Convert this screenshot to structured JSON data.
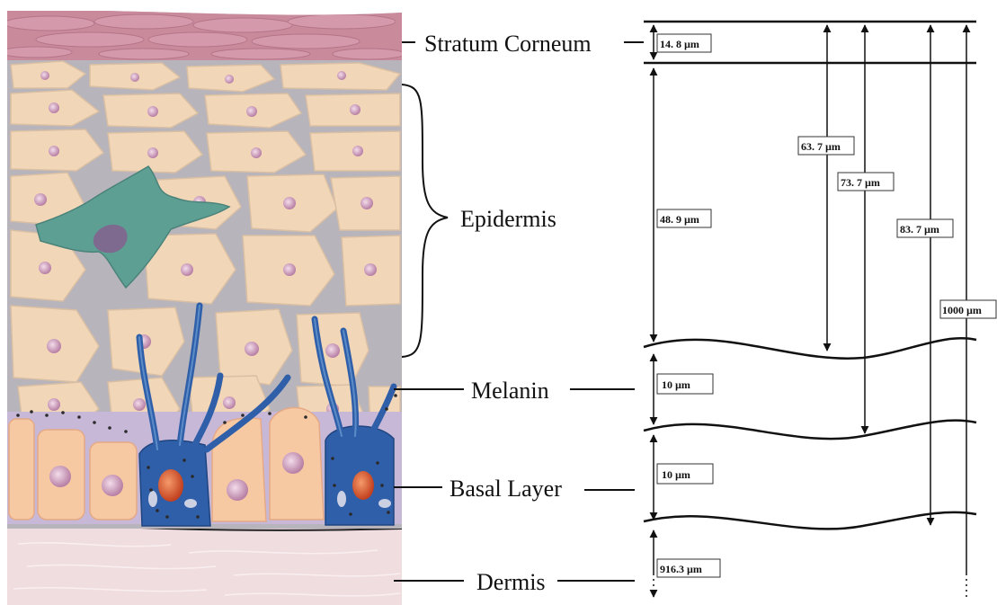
{
  "labels": {
    "stratum_corneum": "Stratum Corneum",
    "epidermis": "Epidermis",
    "melanin": "Melanin",
    "basal_layer": "Basal Layer",
    "dermis": "Dermis"
  },
  "measurements": {
    "stratum_corneum": "14. 8 µm",
    "epidermis": "48. 9 µm",
    "melanin_layer": "10 µm",
    "basal_layer": "10 µm",
    "dermis": "916.3 µm",
    "to_epidermis": "63. 7 µm",
    "to_melanin": "73. 7 µm",
    "to_basal": "83. 7 µm",
    "total": "1000 µm"
  },
  "colors": {
    "stratum_corneum": "#c98a9c",
    "keratinocyte": "#f2d6b8",
    "intercellular": "#b8b4bc",
    "nucleus": "#d9a7c7",
    "melanocyte": "#2f5fa8",
    "langerhans": "#5e9f94",
    "basal_cell": "#f7c9a3",
    "dermis": "#f0dde0"
  }
}
